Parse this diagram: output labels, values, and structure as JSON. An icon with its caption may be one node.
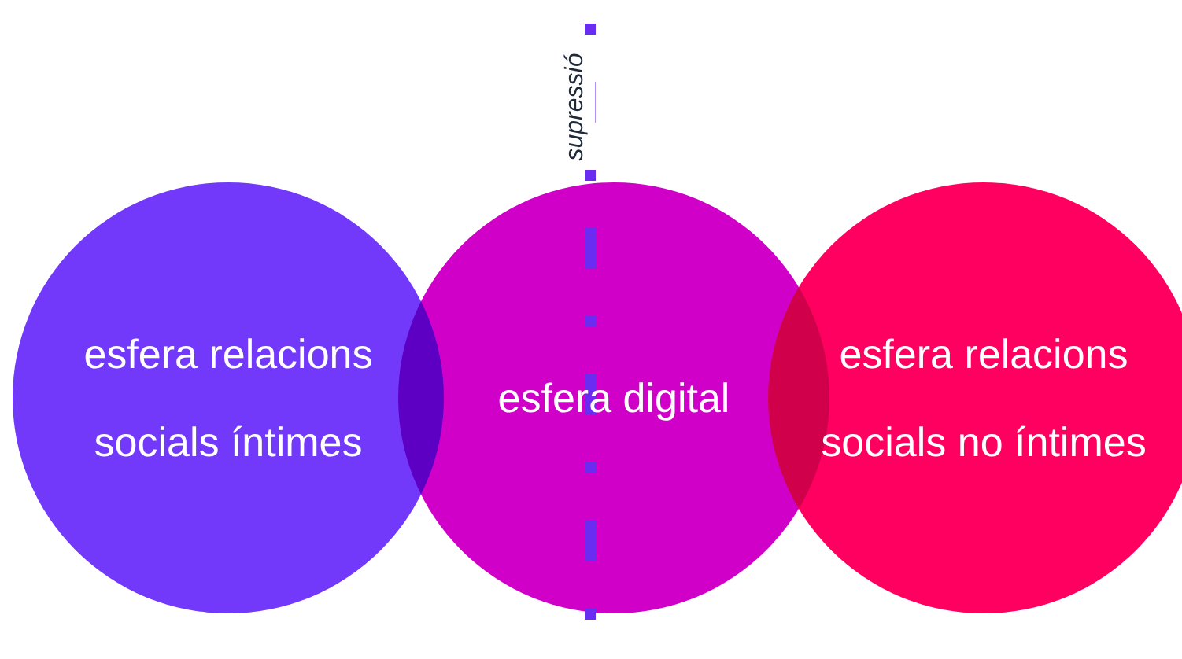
{
  "diagram": {
    "nodes": [
      {
        "text": [
          "esfera relacions socials íntimes"
        ]
      },
      {
        "text": [
          "esfera digital"
        ]
      },
      {
        "text": [
          "esfera relacions socials no íntimes"
        ]
      }
    ],
    "labels": [
      "supressió"
    ]
  }
}
